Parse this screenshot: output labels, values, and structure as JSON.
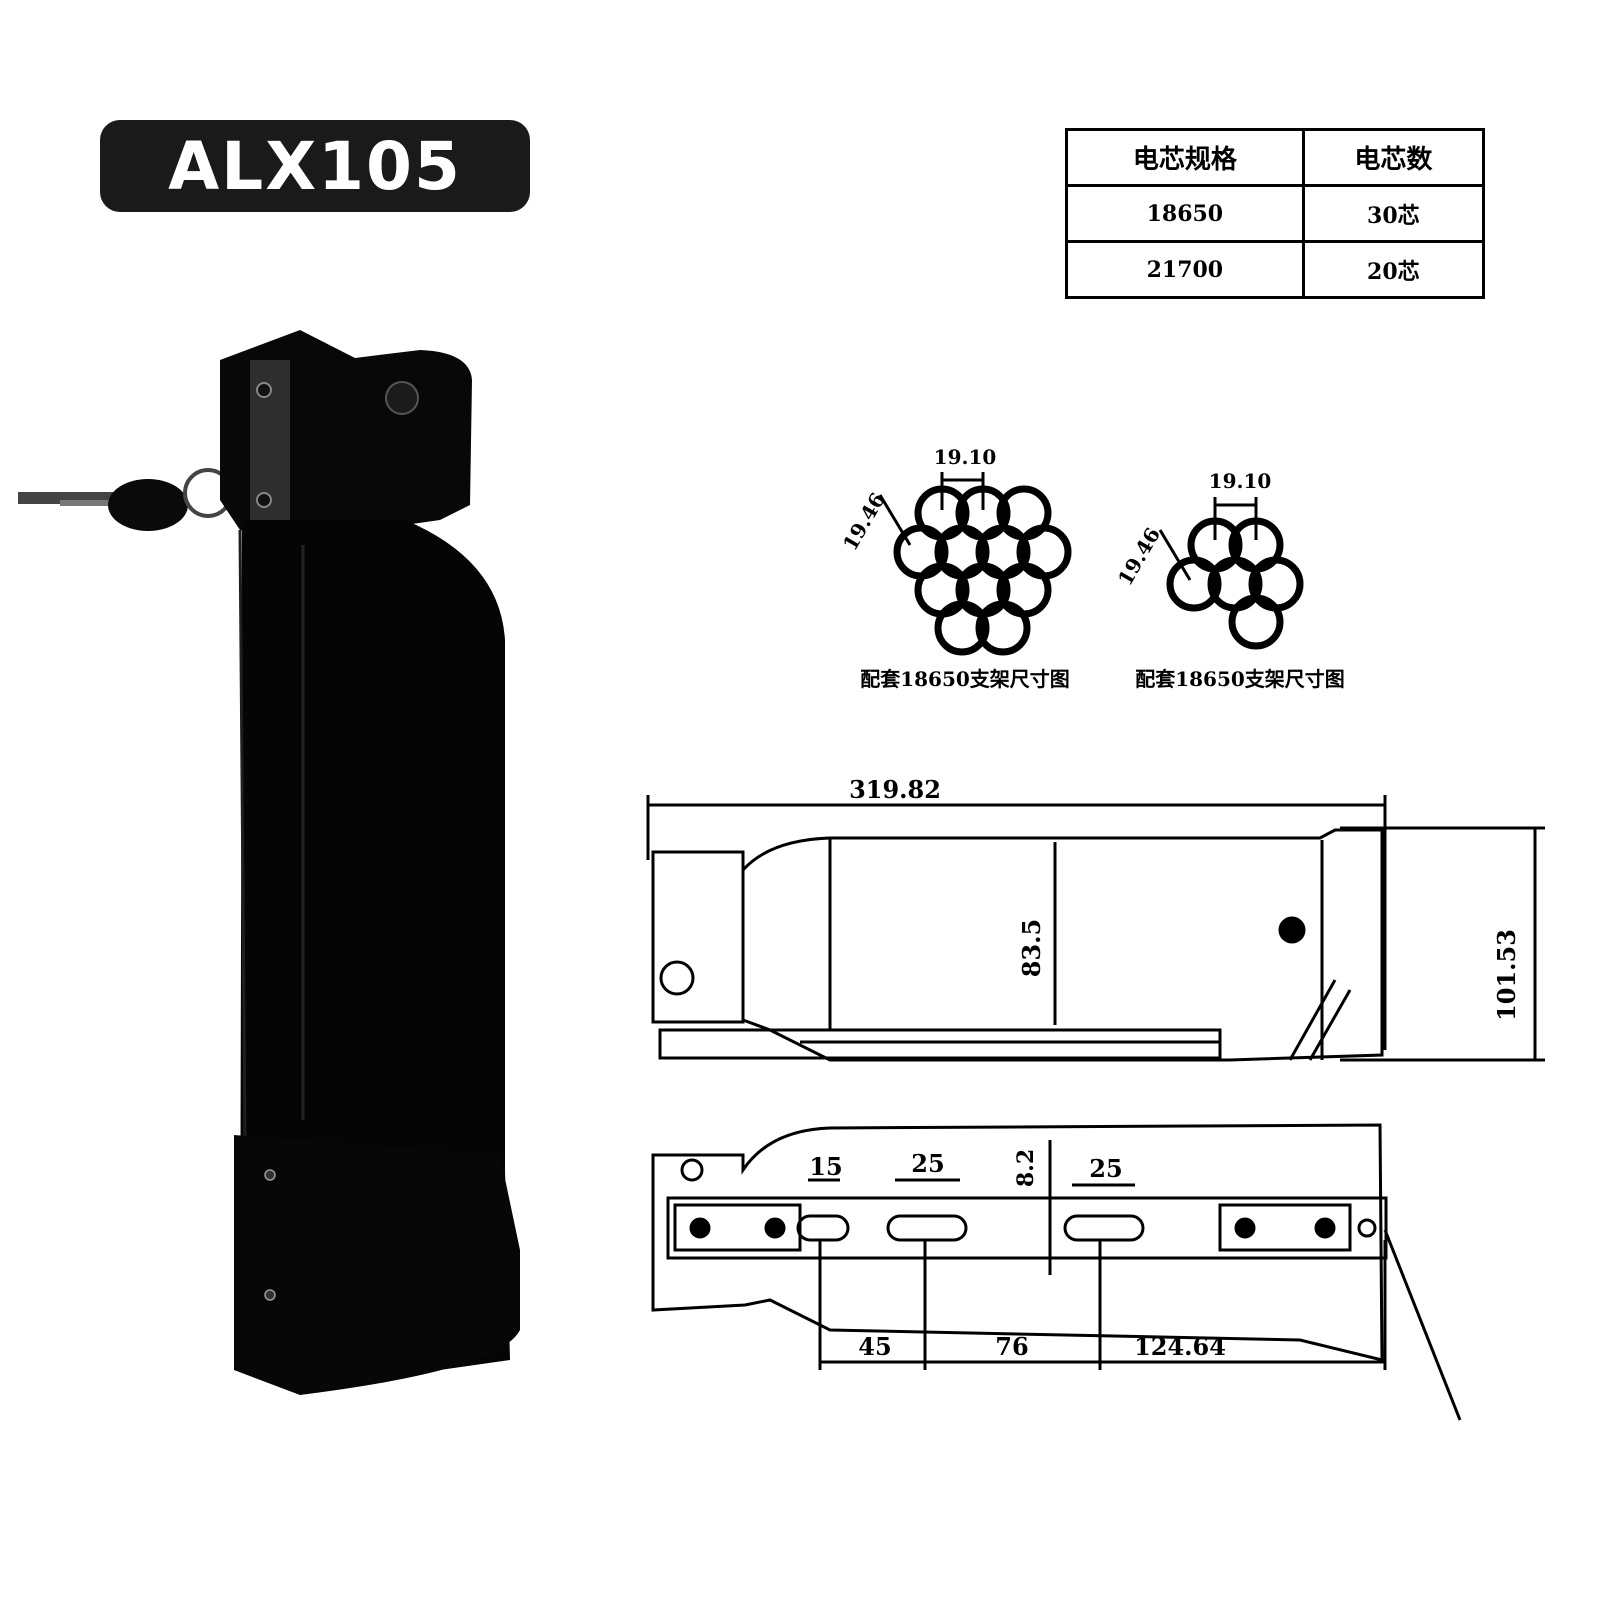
{
  "model": "ALX105",
  "spec_table": {
    "headers": [
      "电芯规格",
      "电芯数"
    ],
    "rows": [
      [
        "18650",
        "30芯"
      ],
      [
        "21700",
        "20芯"
      ]
    ]
  },
  "holder_diagrams": [
    {
      "pitch": "19.10",
      "diag": "19.46",
      "caption": "配套18650支架尺寸图"
    },
    {
      "pitch": "19.10",
      "diag": "19.46",
      "caption": "配套18650支架尺寸图"
    }
  ],
  "side_view": {
    "length": "319.82",
    "height": "101.53",
    "diameter": "83.5"
  },
  "bottom_view": {
    "slot1": "15",
    "slot2": "25",
    "slot3": "25",
    "offset": "8.2",
    "spacing1": "45",
    "spacing2": "76",
    "spacing3": "124.64"
  }
}
